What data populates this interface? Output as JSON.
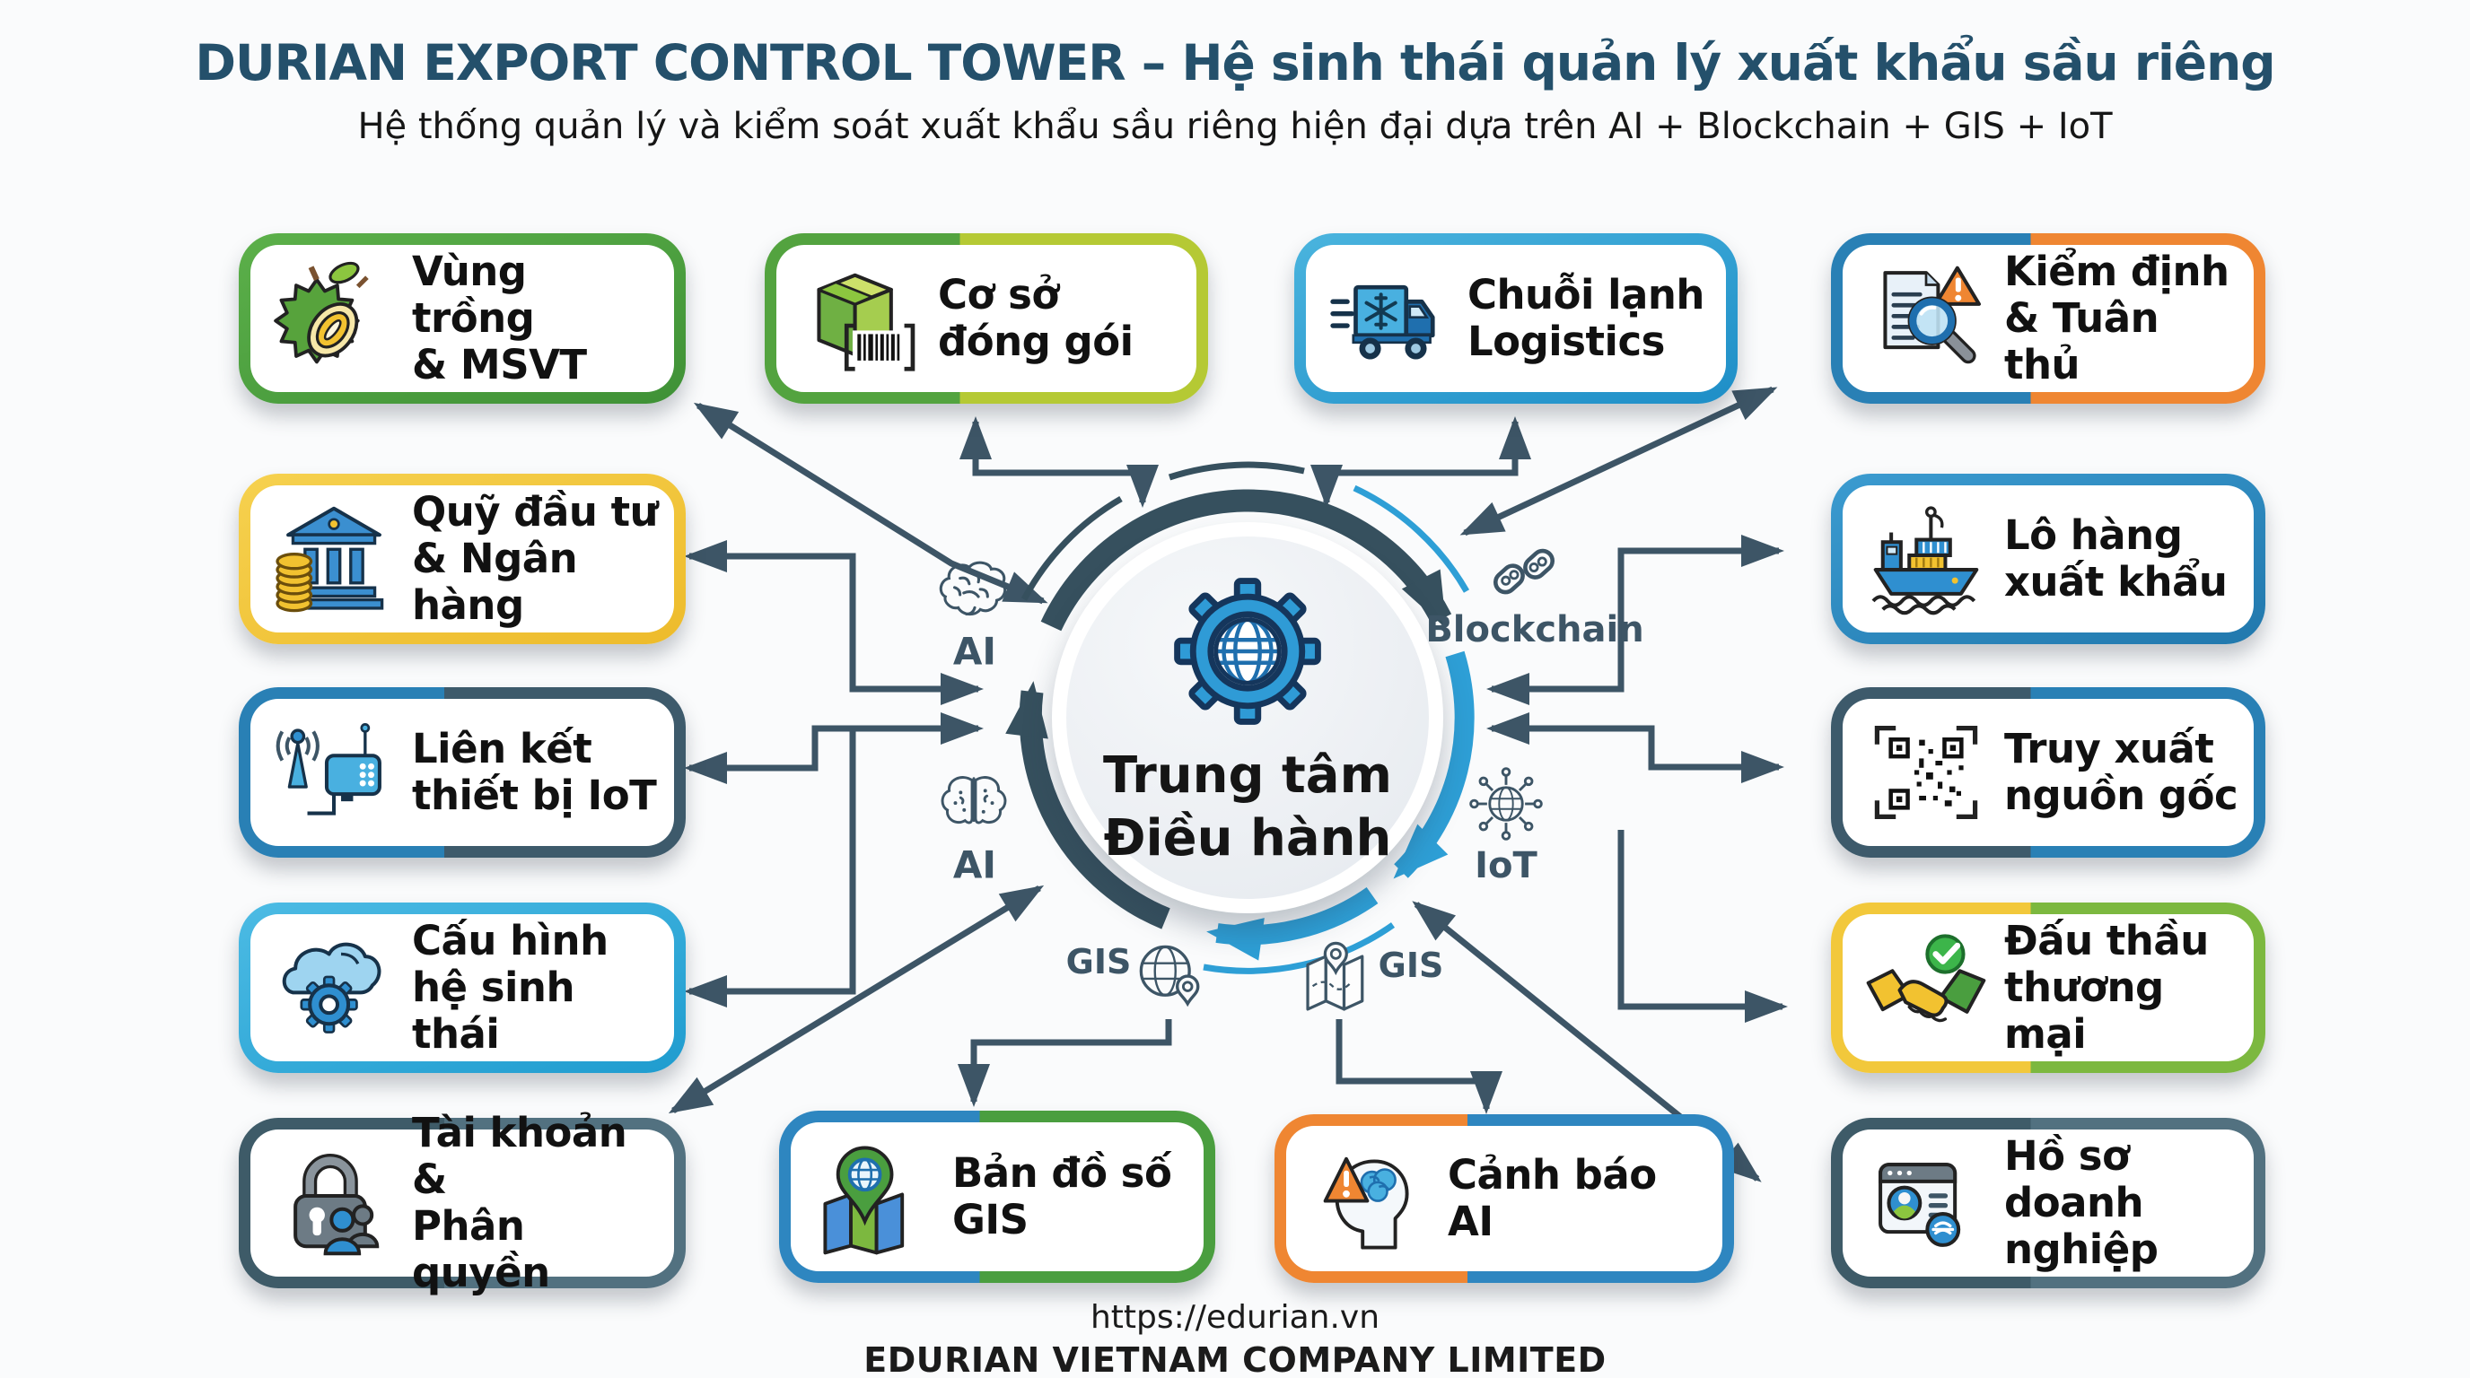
{
  "title": "DURIAN EXPORT CONTROL TOWER – Hệ sinh thái quản lý xuất khẩu sầu riêng",
  "subtitle": "Hệ thống quản lý và kiểm soát xuất khẩu sầu riêng hiện đại dựa trên AI + Blockchain + GIS + IoT",
  "center": {
    "label": "Trung tâm\nĐiều hành",
    "icon": "gear-globe-icon"
  },
  "hub": {
    "ai_top": "AI",
    "ai_bottom": "AI",
    "blockchain": "Blockchain",
    "iot": "IoT",
    "gis_left": "GIS",
    "gis_right": "GIS"
  },
  "nodes": [
    {
      "id": "vung-trong",
      "label": "Vùng trồng\n& MSVT",
      "icon": "durian-icon",
      "accent": "#4a9e3f"
    },
    {
      "id": "quy-dau-tu",
      "label": "Quỹ đầu tư\n& Ngân hàng",
      "icon": "bank-coins-icon",
      "accent": "#f0c63c"
    },
    {
      "id": "lien-ket-iot",
      "label": "Liên kết\nthiết bị IoT",
      "icon": "iot-device-icon",
      "accent": "#2980b5",
      "accent2": "#3d5a6b"
    },
    {
      "id": "cau-hinh",
      "label": "Cấu hình\nhệ sinh thái",
      "icon": "cloud-gear-icon",
      "accent": "#35a8d8"
    },
    {
      "id": "tai-khoan",
      "label": "Tài khoản &\nPhân quyền",
      "icon": "lock-users-icon",
      "accent": "#3e5b68"
    },
    {
      "id": "co-so-dong-goi",
      "label": "Cơ sở\nđóng gói",
      "icon": "package-barcode-icon",
      "accent": "#53a33f",
      "accent2": "#b5c934"
    },
    {
      "id": "chuoi-lanh",
      "label": "Chuỗi lạnh\nLogistics",
      "icon": "cold-truck-icon",
      "accent": "#2e9fd4"
    },
    {
      "id": "kiem-dinh",
      "label": "Kiểm định\n& Tuân thủ",
      "icon": "inspection-doc-icon",
      "accent": "#2980b5",
      "accent2": "#ef8632"
    },
    {
      "id": "lo-hang",
      "label": "Lô hàng\nxuất khẩu",
      "icon": "cargo-ship-icon",
      "accent": "#2980b5"
    },
    {
      "id": "truy-xuat",
      "label": "Truy xuất\nnguồn gốc",
      "icon": "qr-code-icon",
      "accent": "#3d5a6b",
      "accent2": "#2980b5"
    },
    {
      "id": "dau-thau",
      "label": "Đấu thầu\nthương mại",
      "icon": "handshake-check-icon",
      "accent": "#f2c83b",
      "accent2": "#7cb83f"
    },
    {
      "id": "ho-so",
      "label": "Hồ sơ\ndoanh nghiệp",
      "icon": "business-profile-icon",
      "accent": "#3e5b68"
    },
    {
      "id": "ban-do-gis",
      "label": "Bản đồ số\nGIS",
      "icon": "map-pin-globe-icon",
      "accent": "#2e86c0",
      "accent2": "#4a9e3f"
    },
    {
      "id": "canh-bao-ai",
      "label": "Cảnh báo AI",
      "icon": "ai-alert-icon",
      "accent": "#ef8632",
      "accent2": "#2e86c0"
    }
  ],
  "footer": {
    "url": "https://edurian.vn",
    "company": "EDURIAN VIETNAM COMPANY LIMITED"
  },
  "colors": {
    "arrow": "#3d5566",
    "arc_dark": "#36505e",
    "arc_blue": "#2e9fd6",
    "title": "#24506b"
  }
}
